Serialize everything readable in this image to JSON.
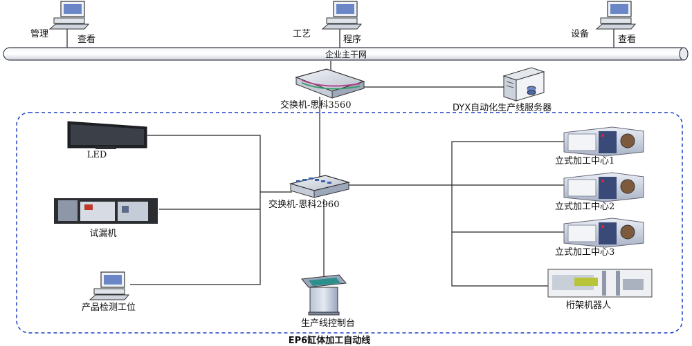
{
  "top_terminals": [
    {
      "left_label": "管理",
      "right_label": "查看",
      "icon": "computer-icon"
    },
    {
      "left_label": "工艺",
      "right_label": "程序",
      "icon": "computer-icon"
    },
    {
      "left_label": "设备",
      "right_label": "查看",
      "icon": "computer-icon"
    }
  ],
  "backbone": {
    "label": "企业主干网"
  },
  "core_switch": {
    "label": "交换机-思科3560",
    "icon": "network-switch-icon"
  },
  "server": {
    "label": "DYX自动化生产线服务器",
    "icon": "server-icon"
  },
  "access_switch": {
    "label": "交换机-思科2960",
    "icon": "network-switch-icon"
  },
  "left_devices": [
    {
      "label": "LED",
      "icon": "led-display-icon"
    },
    {
      "label": "试漏机",
      "icon": "leak-tester-icon"
    },
    {
      "label": "产品检测工位",
      "icon": "computer-icon"
    }
  ],
  "control_console": {
    "label": "生产线控制台",
    "icon": "kiosk-console-icon"
  },
  "right_devices": [
    {
      "label": "立式加工中心1",
      "icon": "machining-center-icon"
    },
    {
      "label": "立式加工中心2",
      "icon": "machining-center-icon"
    },
    {
      "label": "立式加工中心3",
      "icon": "machining-center-icon"
    },
    {
      "label": "桁架机器人",
      "icon": "gantry-robot-icon"
    }
  ],
  "zone": {
    "label": "EP6缸体加工自动线"
  }
}
